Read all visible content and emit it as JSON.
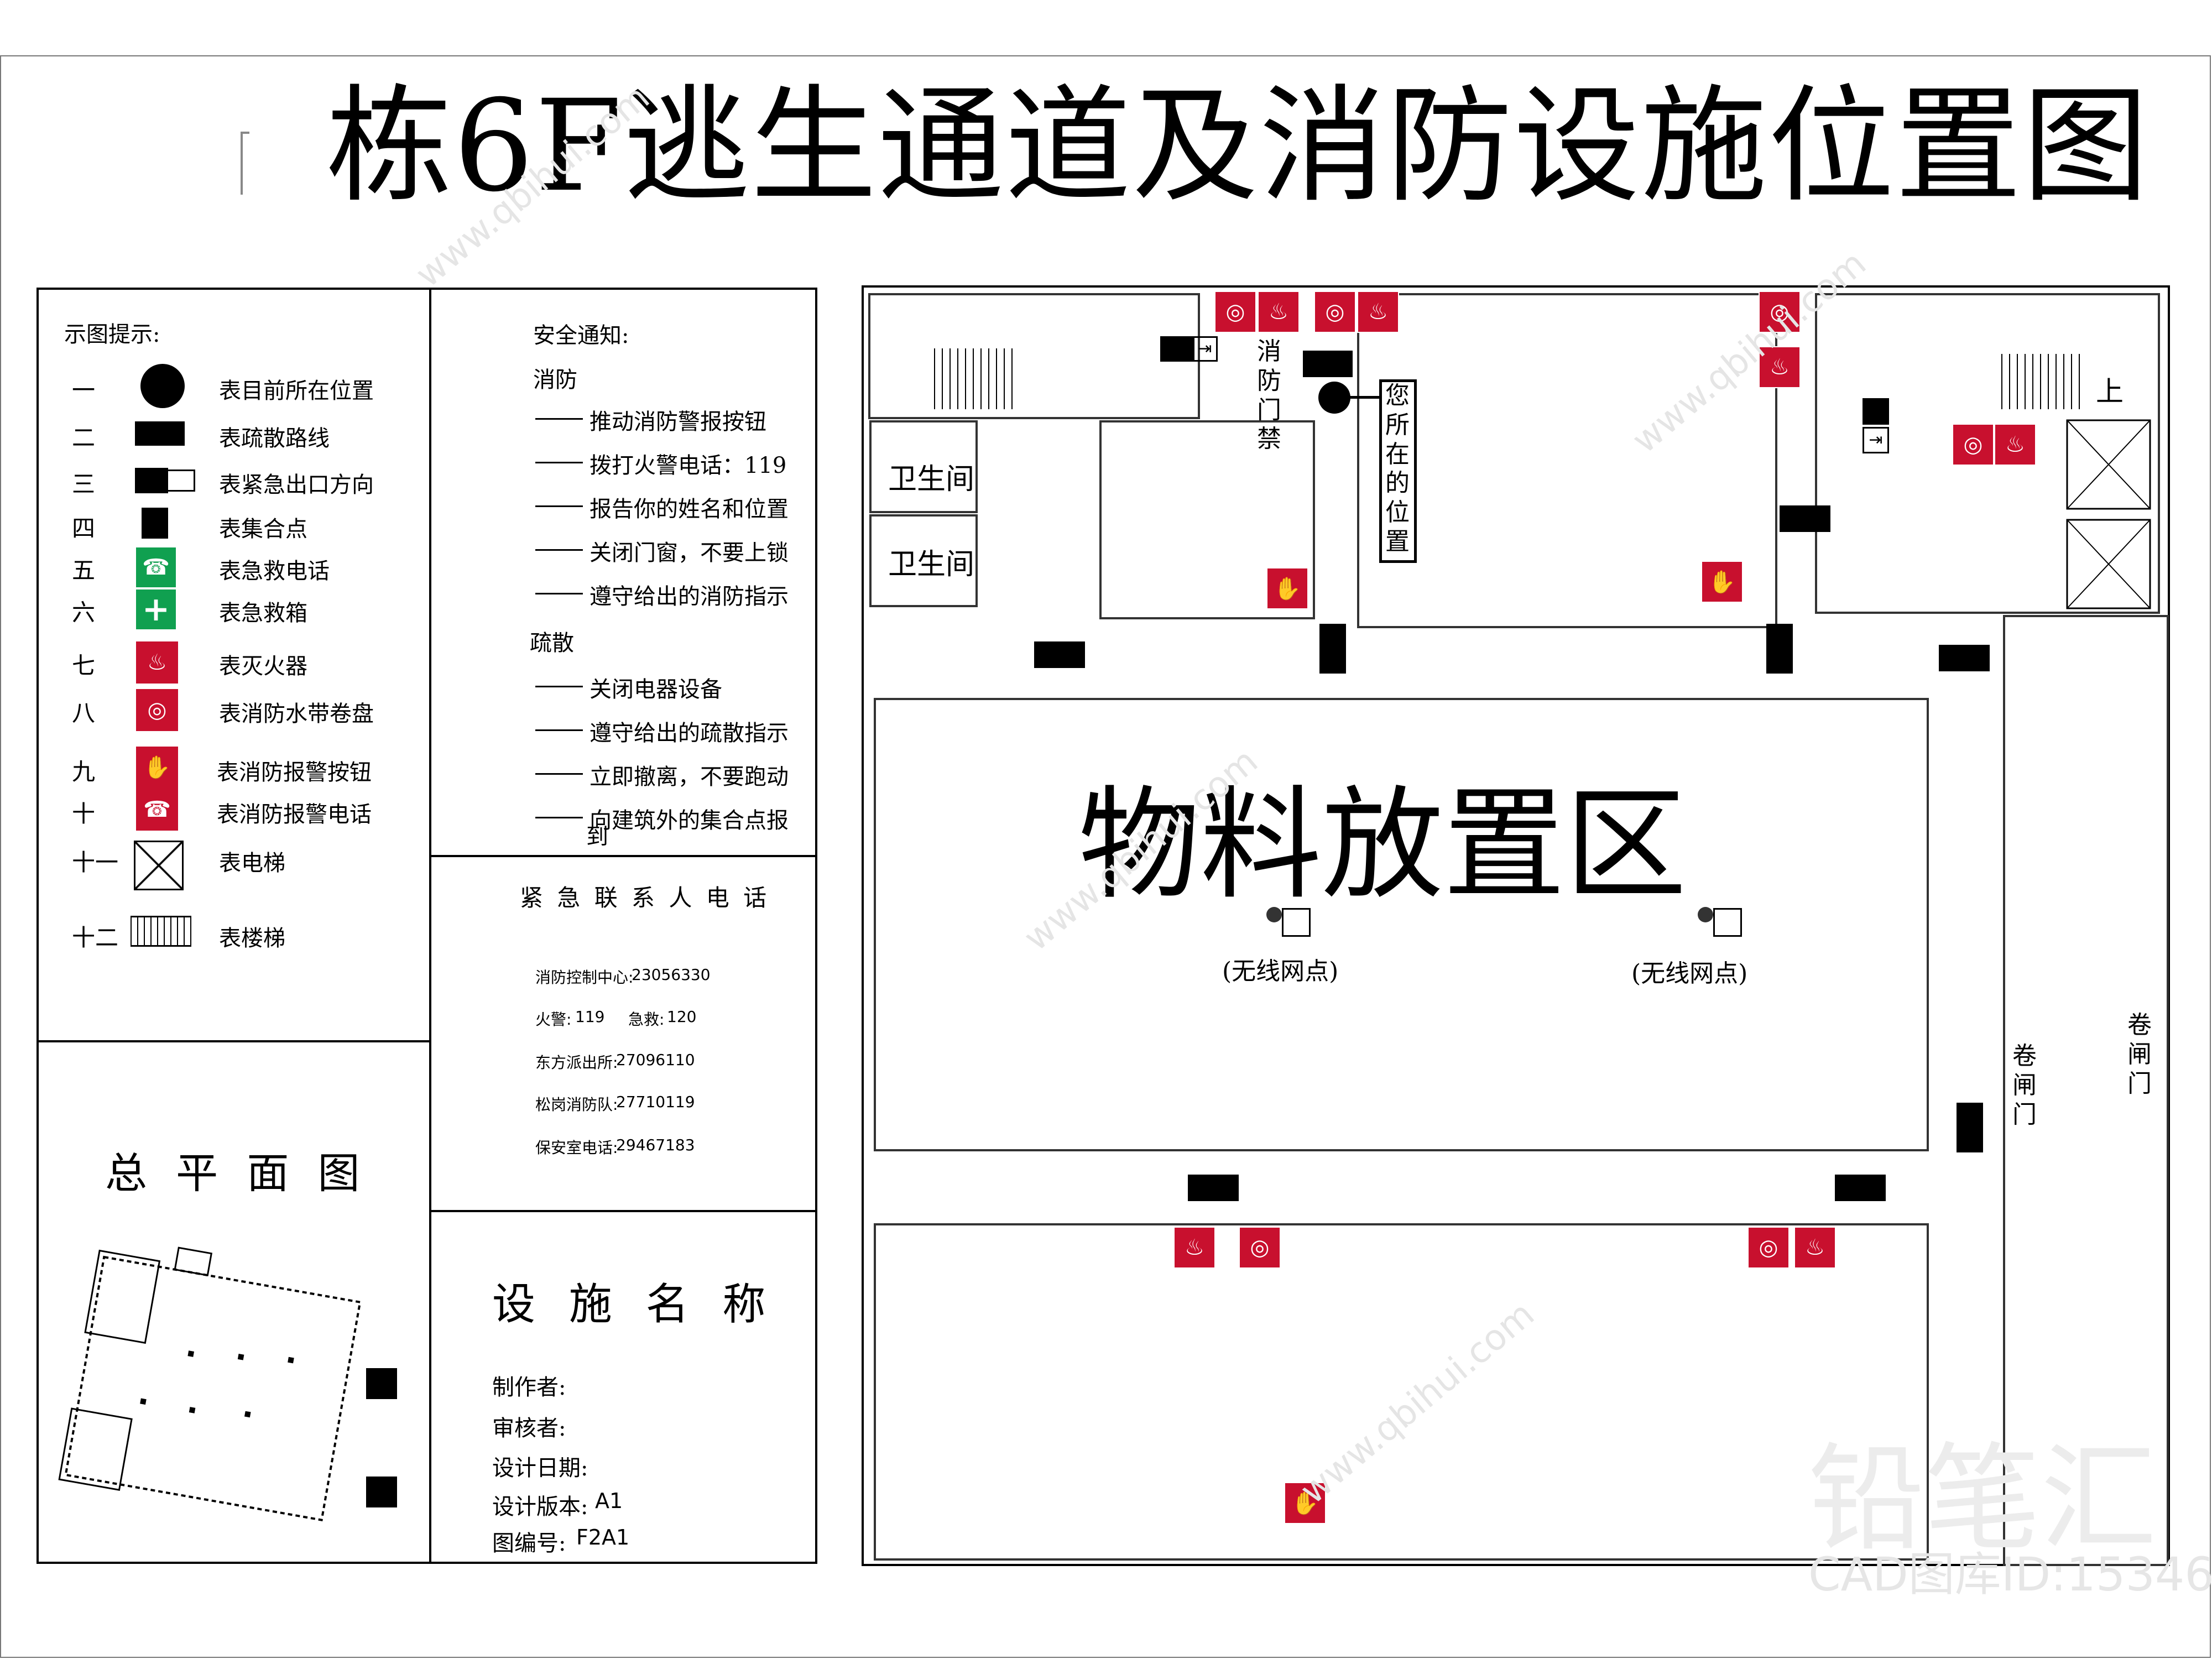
{
  "title": {
    "prefix": "F",
    "main": "栋6F逃生通道及消防设施位置图"
  },
  "legend": {
    "heading": "示图提示:",
    "items": [
      {
        "num": "一",
        "label": "表目前所在位置",
        "icon": "current-location-dot-icon"
      },
      {
        "num": "二",
        "label": "表疏散路线",
        "icon": "evacuation-route-icon"
      },
      {
        "num": "三",
        "label": "表紧急出口方向",
        "icon": "emergency-exit-icon"
      },
      {
        "num": "四",
        "label": "表集合点",
        "icon": "assembly-point-icon"
      },
      {
        "num": "五",
        "label": "表急救电话",
        "icon": "first-aid-phone-icon"
      },
      {
        "num": "六",
        "label": "表急救箱",
        "icon": "first-aid-kit-icon"
      },
      {
        "num": "七",
        "label": "表灭火器",
        "icon": "fire-extinguisher-icon"
      },
      {
        "num": "八",
        "label": "表消防水带卷盘",
        "icon": "fire-hose-reel-icon"
      },
      {
        "num": "九",
        "label": "表消防报警按钮",
        "icon": "fire-alarm-button-icon"
      },
      {
        "num": "十",
        "label": "表消防报警电话",
        "icon": "fire-alarm-phone-icon"
      },
      {
        "num": "十一",
        "label": "表电梯",
        "icon": "elevator-icon"
      },
      {
        "num": "十二",
        "label": "表楼梯",
        "icon": "stairs-icon"
      }
    ]
  },
  "notice": {
    "heading": "安全通知:",
    "fire_heading": "消防",
    "fire_items": [
      "推动消防警报按钮",
      "拨打火警电话：119",
      "报告你的姓名和位置",
      "关闭门窗，不要上锁",
      "遵守给出的消防指示"
    ],
    "evac_heading": "疏散",
    "evac_items": [
      "关闭电器设备",
      "遵守给出的疏散指示",
      "立即撤离，不要跑动",
      "向建筑外的集合点报",
      "到"
    ]
  },
  "contacts": {
    "heading": "紧 急 联 系 人 电 话",
    "rows": [
      {
        "label": "消防控制中心:",
        "value": "23056330"
      },
      {
        "label": "火警:",
        "value": "119",
        "label2": "急救:",
        "value2": "120"
      },
      {
        "label": "东方派出所:",
        "value": "27096110"
      },
      {
        "label": "松岗消防队:",
        "value": "27710119"
      },
      {
        "label": "保安室电话:",
        "value": "29467183"
      }
    ]
  },
  "site_plan": {
    "heading": "总 平 面 图"
  },
  "facility": {
    "heading": "设 施 名 称",
    "fields": [
      {
        "label": "制作者:",
        "value": ""
      },
      {
        "label": "审核者:",
        "value": ""
      },
      {
        "label": "设计日期:",
        "value": ""
      },
      {
        "label": "设计版本:",
        "value": "A1"
      },
      {
        "label": "图编号:",
        "value": "F2A1"
      }
    ]
  },
  "floor_plan": {
    "restroom_1": "卫生间",
    "restroom_2": "卫生间",
    "fire_access": "消防门禁",
    "you_are_here": "您所在的位置",
    "material_area": "物料放置区",
    "wifi_1": "(无线网点)",
    "wifi_2": "(无线网点)",
    "rolling_door_1": "卷闸门",
    "rolling_door_2": "卷闸门",
    "up_label": "上"
  },
  "watermark": {
    "brand": "铅笔汇",
    "site": "www.qbihui.com",
    "cad_id": "CAD图库ID:15346"
  },
  "colors": {
    "fire_red": "#c8102e",
    "aid_green": "#10a050"
  }
}
